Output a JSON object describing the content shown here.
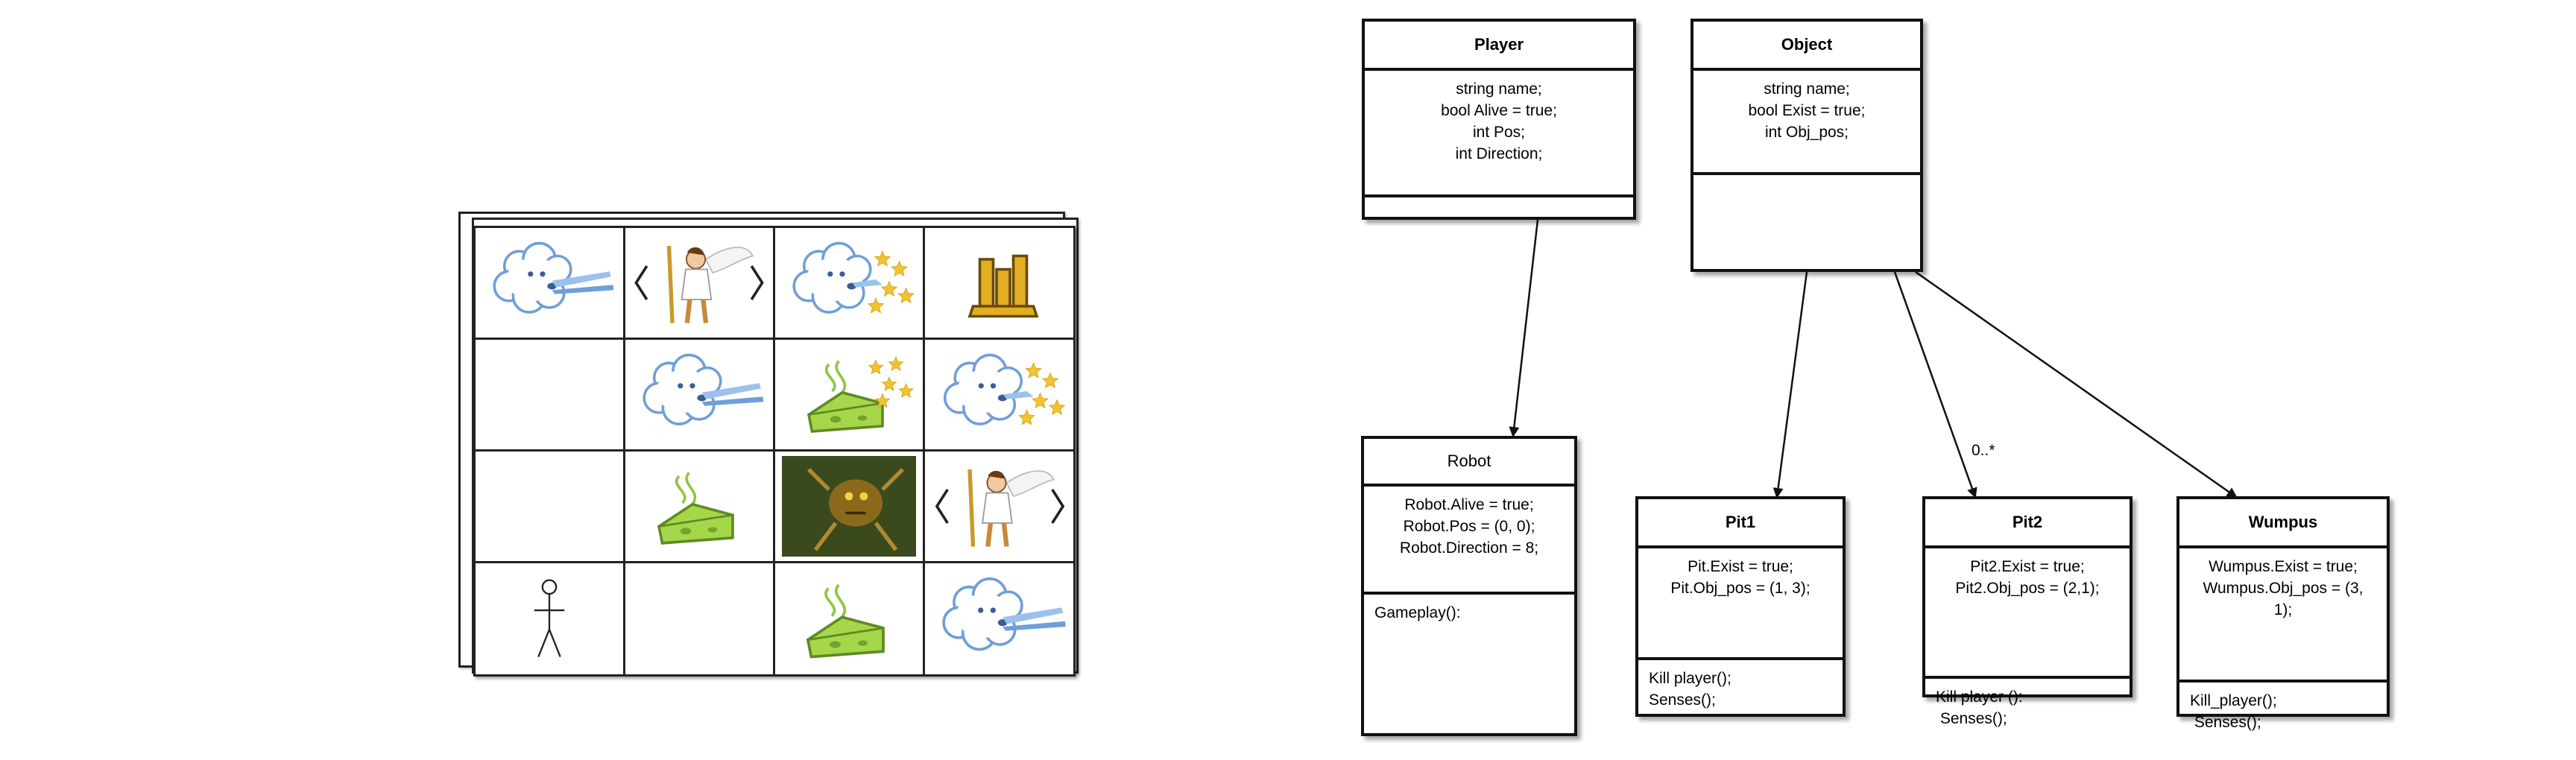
{
  "grid": {
    "rows": [
      [
        "wind-cloud",
        "hero-character",
        "wind-cloud-with-stars",
        "gold-pile"
      ],
      [
        "empty",
        "wind-cloud",
        "smelly-cheese-with-stars",
        "wind-cloud-with-stars"
      ],
      [
        "empty",
        "smelly-cheese",
        "monster",
        "hero-character"
      ],
      [
        "stick-figure",
        "empty",
        "smelly-cheese",
        "wind-cloud"
      ]
    ]
  },
  "classes": {
    "player": {
      "name": "Player",
      "attributes": [
        "string name;",
        "bool Alive = true;",
        "int Pos;",
        "int Direction;"
      ],
      "operations": []
    },
    "object": {
      "name": "Object",
      "attributes": [
        "string name;",
        "bool Exist = true;",
        "int Obj_pos;"
      ],
      "operations": []
    },
    "robot": {
      "name": "Robot",
      "attributes": [
        "Robot.Alive = true;",
        "Robot.Pos = (0, 0);",
        "Robot.Direction = 8;"
      ],
      "operations": [
        "Gameplay():"
      ]
    },
    "pit1": {
      "name": "Pit1",
      "attributes": [
        "Pit.Exist = true;",
        "Pit.Obj_pos = (1, 3);"
      ],
      "operations": [
        "Kill player();",
        "Senses();"
      ]
    },
    "pit2": {
      "name": "Pit2",
      "attributes": [
        "Pit2.Exist = true;",
        "Pit2.Obj_pos = (2,1);"
      ],
      "operations": [
        "Kill player ():",
        " Senses();"
      ]
    },
    "wumpus": {
      "name": "Wumpus",
      "attributes": [
        "Wumpus.Exist = true;",
        "Wumpus.Obj_pos = (3,",
        "1);"
      ],
      "operations": [
        "Kill_player();",
        " Senses();"
      ]
    }
  },
  "multiplicity": {
    "pit2": "0..*"
  },
  "colors": {
    "cloud": "#6f9fd8",
    "cheese": "#8cc63f",
    "star": "#f2c230",
    "gold": "#d9a41e",
    "line": "#111111"
  }
}
